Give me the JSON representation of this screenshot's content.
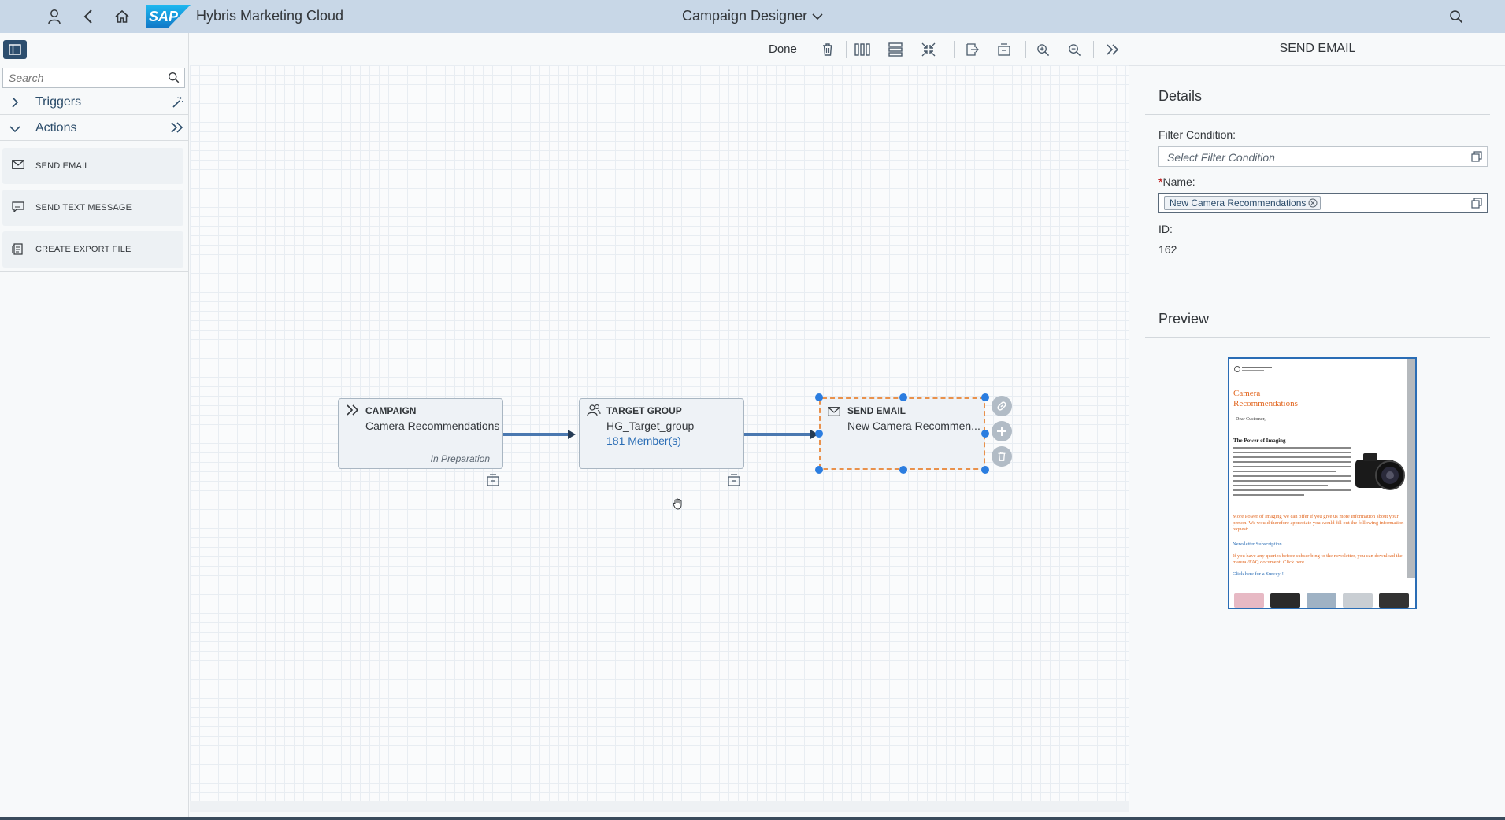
{
  "shell": {
    "app_title": "Hybris Marketing Cloud",
    "center_title": "Campaign Designer",
    "logo_text": "SAP"
  },
  "sidebar": {
    "search_placeholder": "Search",
    "groups": [
      {
        "label": "Triggers",
        "expanded": false
      },
      {
        "label": "Actions",
        "expanded": true
      }
    ],
    "actions": [
      {
        "label": "SEND EMAIL",
        "icon": "envelope-icon"
      },
      {
        "label": "SEND TEXT MESSAGE",
        "icon": "message-icon"
      },
      {
        "label": "CREATE EXPORT FILE",
        "icon": "export-file-icon"
      }
    ]
  },
  "toolbar": {
    "done_label": "Done"
  },
  "canvas": {
    "nodes": [
      {
        "type": "CAMPAIGN",
        "name": "Camera Recommendations",
        "status": "In Preparation"
      },
      {
        "type": "TARGET GROUP",
        "name": "HG_Target_group",
        "members": "181 Member(s)"
      },
      {
        "type": "SEND EMAIL",
        "name": "New Camera Recommen..."
      }
    ]
  },
  "panel": {
    "title": "SEND EMAIL",
    "details_title": "Details",
    "filter_label": "Filter Condition:",
    "filter_placeholder": "Select Filter Condition",
    "name_label": "Name:",
    "name_required_marker": "*",
    "name_token": "New Camera Recommendations",
    "id_label": "ID:",
    "id_value": "162",
    "preview_title": "Preview",
    "preview": {
      "headline": "Camera Recommendations",
      "greeting": "Dear Customer,",
      "section": "The Power of Imaging",
      "offer_text": "More Power of Imaging we can offer if you give us more information about your person. We would therefore appreciate you would fill out the following information request:",
      "link1": "Newsletter Subscription",
      "queries_text": "If you have any queries before subscribing to the newsletter, you can download the manual/FAQ document: Click here",
      "link2": "Click here for a Survey!!"
    }
  },
  "colors": {
    "shell_bg": "#c8d7e7",
    "accent_blue": "#2a6db5",
    "selection_orange": "#e9914b",
    "handle_blue": "#2b7de0",
    "link_text": "#2b4c6a"
  }
}
